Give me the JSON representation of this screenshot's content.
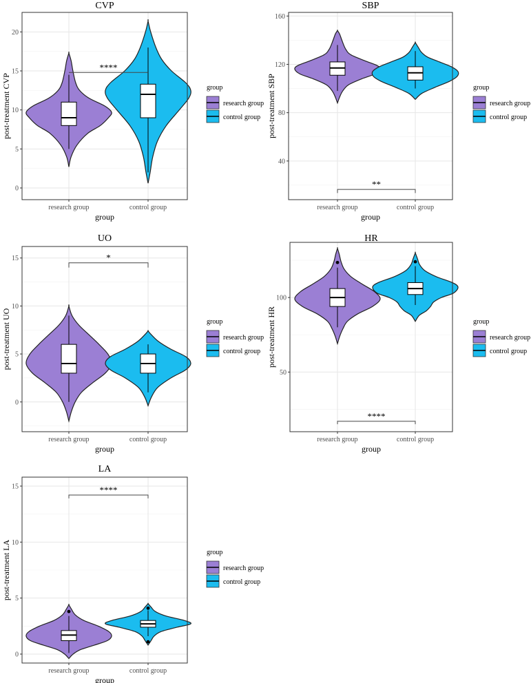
{
  "chart_data": [
    {
      "type": "violin",
      "title": "CVP",
      "xlabel": "group",
      "ylabel": "post-treatment CVP",
      "categories": [
        "research group",
        "control group"
      ],
      "ylim": [
        -1.5,
        22.5
      ],
      "yticks": [
        0,
        5,
        10,
        15,
        20
      ],
      "series": [
        {
          "name": "research group",
          "color": "#9b7fd4",
          "q1": 8,
          "median": 9,
          "q3": 11,
          "whisker_low": 5,
          "whisker_high": 14.5,
          "min": 2.7,
          "max": 17.3,
          "density": [
            [
              2.7,
              0.0
            ],
            [
              4,
              0.05
            ],
            [
              5.5,
              0.18
            ],
            [
              7,
              0.42
            ],
            [
              8,
              0.7
            ],
            [
              9,
              0.88
            ],
            [
              9.7,
              0.95
            ],
            [
              10.5,
              0.8
            ],
            [
              11.5,
              0.45
            ],
            [
              12.5,
              0.24
            ],
            [
              13.5,
              0.15
            ],
            [
              15,
              0.09
            ],
            [
              16.3,
              0.05
            ],
            [
              17.3,
              0.0
            ]
          ],
          "outliers": []
        },
        {
          "name": "control group",
          "color": "#1bbcef",
          "q1": 9,
          "median": 12,
          "q3": 13.3,
          "whisker_low": 2,
          "whisker_high": 18,
          "min": 0.6,
          "max": 21.4,
          "density": [
            [
              0.6,
              0.0
            ],
            [
              2,
              0.04
            ],
            [
              4,
              0.09
            ],
            [
              6,
              0.18
            ],
            [
              8,
              0.35
            ],
            [
              10,
              0.6
            ],
            [
              11.5,
              0.78
            ],
            [
              12.5,
              0.82
            ],
            [
              13.5,
              0.72
            ],
            [
              15,
              0.45
            ],
            [
              16.5,
              0.26
            ],
            [
              18,
              0.15
            ],
            [
              20,
              0.05
            ],
            [
              21.4,
              0.0
            ]
          ],
          "outliers": []
        }
      ],
      "significance": {
        "label": "****",
        "y": 14.8,
        "tick_down": 0
      },
      "legend": {
        "title": "group",
        "entries": [
          "research group",
          "control group"
        ],
        "position": "right"
      }
    },
    {
      "type": "violin",
      "title": "SBP",
      "xlabel": "group",
      "ylabel": "post-treatment SBP",
      "categories": [
        "research group",
        "control group"
      ],
      "ylim": [
        8,
        163
      ],
      "yticks": [
        40,
        80,
        120,
        160
      ],
      "series": [
        {
          "name": "research group",
          "color": "#9b7fd4",
          "q1": 111,
          "median": 117,
          "q3": 122,
          "whisker_low": 98,
          "whisker_high": 136,
          "min": 88,
          "max": 148,
          "density": [
            [
              88,
              0.0
            ],
            [
              93,
              0.05
            ],
            [
              98,
              0.12
            ],
            [
              103,
              0.25
            ],
            [
              108,
              0.55
            ],
            [
              112,
              0.85
            ],
            [
              116,
              0.97
            ],
            [
              119,
              0.9
            ],
            [
              123,
              0.62
            ],
            [
              128,
              0.3
            ],
            [
              133,
              0.18
            ],
            [
              140,
              0.1
            ],
            [
              145,
              0.05
            ],
            [
              148,
              0.0
            ]
          ],
          "outliers": []
        },
        {
          "name": "control group",
          "color": "#1bbcef",
          "q1": 107,
          "median": 113,
          "q3": 118,
          "whisker_low": 100,
          "whisker_high": 131,
          "min": 91,
          "max": 138,
          "density": [
            [
              91,
              0.0
            ],
            [
              96,
              0.15
            ],
            [
              101,
              0.45
            ],
            [
              106,
              0.78
            ],
            [
              110,
              0.95
            ],
            [
              114,
              0.97
            ],
            [
              118,
              0.82
            ],
            [
              122,
              0.55
            ],
            [
              126,
              0.28
            ],
            [
              130,
              0.14
            ],
            [
              134,
              0.07
            ],
            [
              138,
              0.0
            ]
          ],
          "outliers": []
        }
      ],
      "significance": {
        "label": "**",
        "y": 16.5,
        "tick_down": 3
      },
      "legend": {
        "title": "group",
        "entries": [
          "research group",
          "control group"
        ],
        "position": "right"
      }
    },
    {
      "type": "violin",
      "title": "UO",
      "xlabel": "group",
      "ylabel": "post-treatment UO",
      "categories": [
        "research group",
        "control group"
      ],
      "ylim": [
        -3.1,
        16.2
      ],
      "yticks": [
        0,
        5,
        10,
        15
      ],
      "series": [
        {
          "name": "research group",
          "color": "#9b7fd4",
          "q1": 3,
          "median": 4,
          "q3": 6,
          "whisker_low": 0,
          "whisker_high": 9,
          "min": -2,
          "max": 10,
          "density": [
            [
              -2,
              0.0
            ],
            [
              -1,
              0.04
            ],
            [
              0,
              0.1
            ],
            [
              1,
              0.2
            ],
            [
              2,
              0.38
            ],
            [
              3,
              0.58
            ],
            [
              4,
              0.68
            ],
            [
              5,
              0.62
            ],
            [
              6,
              0.48
            ],
            [
              7,
              0.32
            ],
            [
              8,
              0.16
            ],
            [
              9,
              0.05
            ],
            [
              10,
              0.0
            ]
          ],
          "outliers": []
        },
        {
          "name": "control group",
          "color": "#1bbcef",
          "q1": 3,
          "median": 4,
          "q3": 5,
          "whisker_low": 1,
          "whisker_high": 6,
          "min": -0.4,
          "max": 7.4,
          "density": [
            [
              -0.4,
              0.0
            ],
            [
              0.5,
              0.07
            ],
            [
              1.5,
              0.2
            ],
            [
              2.5,
              0.48
            ],
            [
              3.3,
              0.78
            ],
            [
              4,
              0.9
            ],
            [
              4.7,
              0.8
            ],
            [
              5.5,
              0.48
            ],
            [
              6.3,
              0.22
            ],
            [
              7,
              0.07
            ],
            [
              7.4,
              0.0
            ]
          ],
          "outliers": []
        }
      ],
      "significance": {
        "label": "*",
        "y": 14.5,
        "tick_down": 0.5
      },
      "legend": {
        "title": "group",
        "entries": [
          "research group",
          "control group"
        ],
        "position": "right"
      }
    },
    {
      "type": "violin",
      "title": "HR",
      "xlabel": "group",
      "ylabel": "post-treatment HR",
      "categories": [
        "research group",
        "control group"
      ],
      "ylim": [
        10,
        137
      ],
      "yticks": [
        50,
        100
      ],
      "series": [
        {
          "name": "research group",
          "color": "#9b7fd4",
          "q1": 94,
          "median": 100,
          "q3": 106,
          "whisker_low": 80,
          "whisker_high": 120,
          "min": 69,
          "max": 133,
          "density": [
            [
              69,
              0.0
            ],
            [
              74,
              0.05
            ],
            [
              79,
              0.12
            ],
            [
              84,
              0.22
            ],
            [
              89,
              0.45
            ],
            [
              94,
              0.78
            ],
            [
              99,
              0.95
            ],
            [
              104,
              0.82
            ],
            [
              109,
              0.55
            ],
            [
              114,
              0.3
            ],
            [
              119,
              0.15
            ],
            [
              124,
              0.08
            ],
            [
              129,
              0.04
            ],
            [
              133,
              0.0
            ]
          ],
          "outliers": [
            123.5
          ]
        },
        {
          "name": "control group",
          "color": "#1bbcef",
          "q1": 102,
          "median": 106,
          "q3": 110,
          "whisker_low": 95,
          "whisker_high": 121,
          "min": 84,
          "max": 130,
          "density": [
            [
              84,
              0.0
            ],
            [
              88,
              0.09
            ],
            [
              91,
              0.25
            ],
            [
              94,
              0.35
            ],
            [
              97,
              0.42
            ],
            [
              100,
              0.6
            ],
            [
              103,
              0.88
            ],
            [
              107,
              0.98
            ],
            [
              110,
              0.85
            ],
            [
              114,
              0.48
            ],
            [
              118,
              0.22
            ],
            [
              122,
              0.1
            ],
            [
              126,
              0.05
            ],
            [
              130,
              0.0
            ]
          ],
          "outliers": [
            124
          ]
        }
      ],
      "significance": {
        "label": "****",
        "y": 17,
        "tick_down": 2
      },
      "legend": {
        "title": "group",
        "entries": [
          "research group",
          "control group"
        ],
        "position": "right"
      }
    },
    {
      "type": "violin",
      "title": "LA",
      "xlabel": "group",
      "ylabel": "post-treatment LA",
      "categories": [
        "research group",
        "control group"
      ],
      "ylim": [
        -0.8,
        15.8
      ],
      "yticks": [
        0,
        5,
        10,
        15
      ],
      "series": [
        {
          "name": "research group",
          "color": "#9b7fd4",
          "q1": 1.2,
          "median": 1.7,
          "q3": 2.1,
          "whisker_low": 0.1,
          "whisker_high": 3.4,
          "min": -0.4,
          "max": 4.4,
          "density": [
            [
              -0.4,
              0.0
            ],
            [
              0.0,
              0.08
            ],
            [
              0.4,
              0.22
            ],
            [
              0.8,
              0.48
            ],
            [
              1.2,
              0.72
            ],
            [
              1.6,
              0.8
            ],
            [
              2.0,
              0.75
            ],
            [
              2.5,
              0.55
            ],
            [
              3.0,
              0.28
            ],
            [
              3.5,
              0.12
            ],
            [
              4.0,
              0.05
            ],
            [
              4.4,
              0.0
            ]
          ],
          "outliers": [
            3.8
          ]
        },
        {
          "name": "control group",
          "color": "#1bbcef",
          "q1": 2.4,
          "median": 2.7,
          "q3": 3.0,
          "whisker_low": 1.6,
          "whisker_high": 3.9,
          "min": 0.8,
          "max": 4.5,
          "density": [
            [
              0.8,
              0.0
            ],
            [
              1.2,
              0.07
            ],
            [
              1.6,
              0.14
            ],
            [
              2.0,
              0.3
            ],
            [
              2.4,
              0.68
            ],
            [
              2.7,
              1.0
            ],
            [
              3.0,
              0.85
            ],
            [
              3.4,
              0.42
            ],
            [
              3.8,
              0.17
            ],
            [
              4.2,
              0.07
            ],
            [
              4.5,
              0.0
            ]
          ],
          "outliers": [
            1.1,
            4.1
          ]
        }
      ],
      "significance": {
        "label": "****",
        "y": 14.2,
        "tick_down": 0.3
      },
      "legend": {
        "title": "group",
        "entries": [
          "research group",
          "control group"
        ],
        "position": "right"
      }
    }
  ],
  "colors": {
    "research": "#9b7fd4",
    "control": "#1bbcef"
  }
}
